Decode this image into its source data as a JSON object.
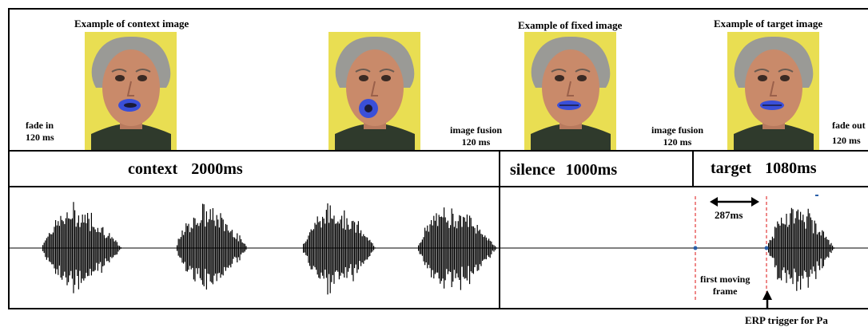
{
  "captions": {
    "context": "Example of context image",
    "fixed": "Example of fixed image",
    "target": "Example of target image"
  },
  "fades": {
    "fade_in_label": "fade in",
    "fade_in_time": "120 ms",
    "fusion1_label": "image fusion",
    "fusion1_time": "120 ms",
    "fusion2_label": "image fusion",
    "fusion2_time": "120 ms",
    "fade_out_label": "fade out",
    "fade_out_time": "120 ms"
  },
  "phases": {
    "context_label": "context",
    "context_duration": "2000ms",
    "silence_label": "silence",
    "silence_duration": "1000ms",
    "target_label": "target",
    "target_duration": "1080ms"
  },
  "annotations": {
    "interval": "287ms",
    "first_moving_frame_line1": "first moving",
    "first_moving_frame_line2": "frame",
    "erp_trigger": "ERP trigger for Pa"
  },
  "colors": {
    "background_yellow": "#e9de52",
    "lip_blue": "#3a4fd8",
    "marker_red": "#e23a3a"
  },
  "faces": [
    {
      "lips": "slightly open"
    },
    {
      "lips": "rounded"
    },
    {
      "lips": "neutral"
    },
    {
      "lips": "neutral"
    }
  ]
}
